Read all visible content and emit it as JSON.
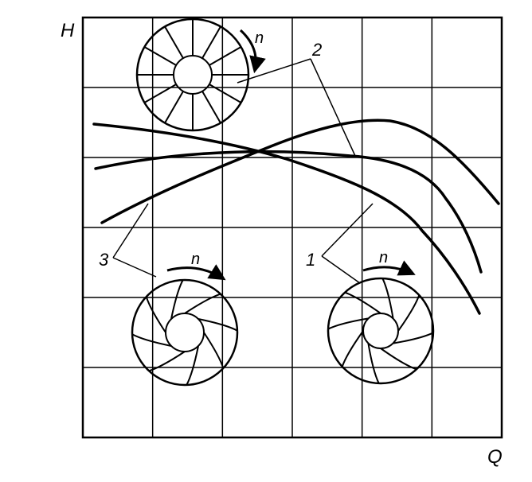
{
  "axes": {
    "y_label": "H",
    "x_label": "Q"
  },
  "curve_labels": {
    "radial": "2",
    "backward": "1",
    "forward": "3"
  },
  "rotation_label": "n",
  "colors": {
    "ink": "#000000",
    "background": "#ffffff"
  },
  "icons": [
    "radial-blade-impeller-icon",
    "forward-curved-impeller-icon",
    "backward-curved-impeller-icon",
    "rotation-arrow-icon"
  ]
}
